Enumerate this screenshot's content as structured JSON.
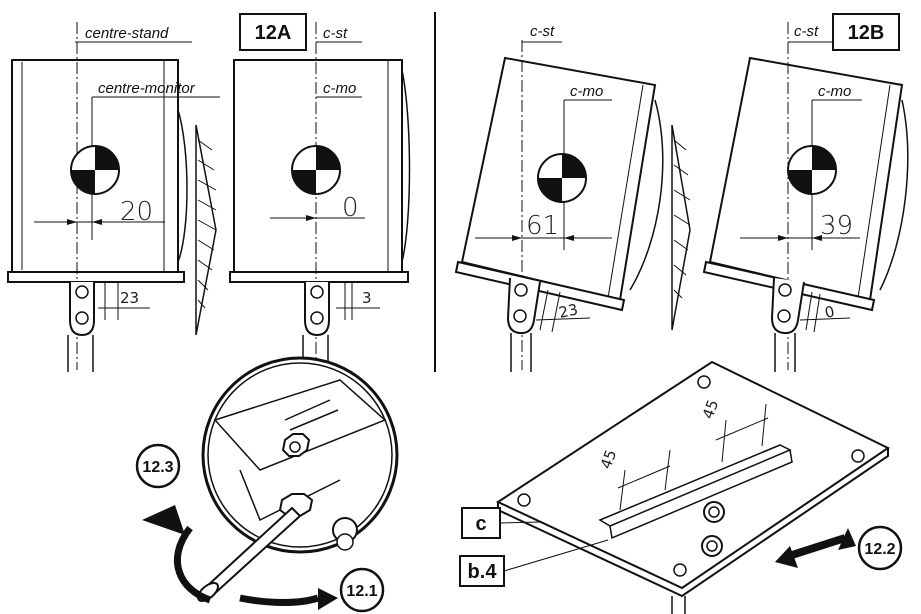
{
  "figures": {
    "fig_12a": {
      "box_label": "12A",
      "left": {
        "label_stand": "centre-stand",
        "label_monitor": "centre-monitor",
        "offset_value": "20",
        "bracket_value": "23"
      },
      "right": {
        "label_stand": "c-st",
        "label_monitor": "c-mo",
        "offset_value": "0",
        "bracket_value": "3"
      }
    },
    "fig_12b": {
      "box_label": "12B",
      "left": {
        "label_stand": "c-st",
        "label_monitor": "c-mo",
        "offset_value": "61",
        "bracket_value": "23"
      },
      "right": {
        "label_stand": "c-st",
        "label_monitor": "c-mo",
        "offset_value": "39",
        "bracket_value": "0"
      }
    },
    "detail": {
      "step_12_3": "12.3",
      "step_12_1": "12.1"
    },
    "plate": {
      "dim_left": "45",
      "dim_right": "45",
      "label_c": "c",
      "label_b4": "b.4",
      "step_12_2": "12.2"
    }
  }
}
